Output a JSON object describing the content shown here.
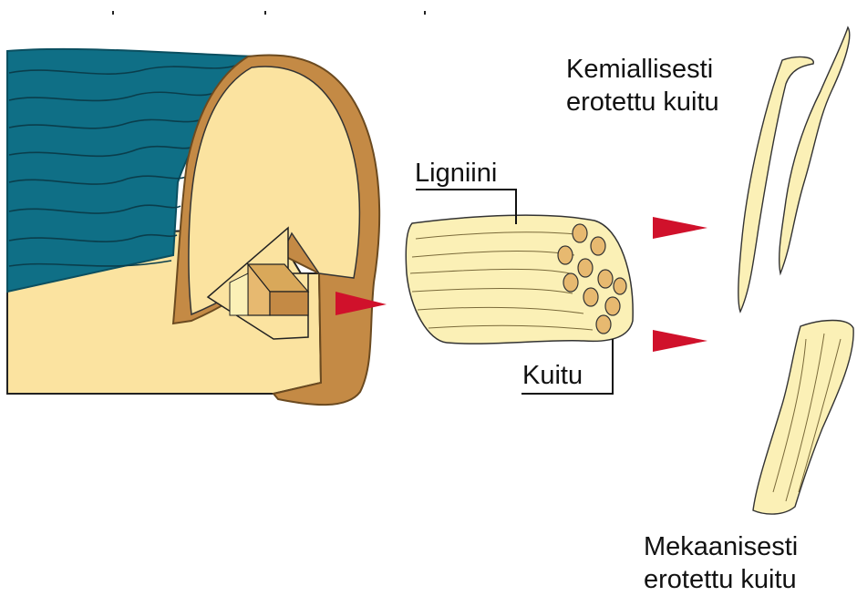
{
  "labels": {
    "lignin": "Ligniini",
    "fiber": "Kuitu",
    "chemical_line1": "Kemiallisesti",
    "chemical_line2": "erotettu kuitu",
    "mechanical_line1": "Mekaanisesti",
    "mechanical_line2": "erotettu kuitu"
  },
  "colors": {
    "bark": "#0f6f86",
    "bark_edge": "#0b4f60",
    "rim": "#c48a45",
    "wood": "#fbe3a0",
    "wood_dark": "#d9a85a",
    "fiber": "#fbf0b6",
    "arrow": "#d0112b",
    "line": "#222222"
  }
}
